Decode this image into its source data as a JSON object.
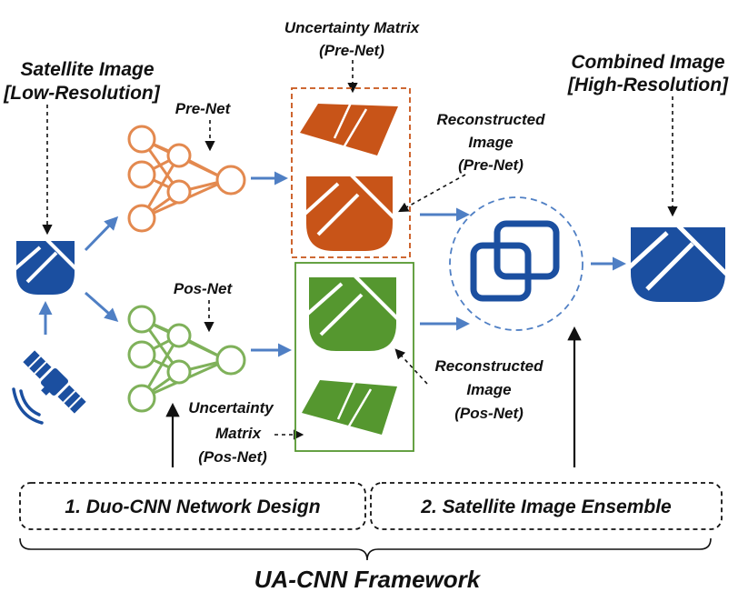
{
  "labels": {
    "satellite_image": [
      "Satellite Image",
      "[Low-Resolution]"
    ],
    "pre_net": "Pre-Net",
    "pos_net": "Pos-Net",
    "uncertainty_pre": [
      "Uncertainty Matrix",
      "(Pre-Net)"
    ],
    "uncertainty_pos": [
      "Uncertainty",
      "Matrix",
      "(Pos-Net)"
    ],
    "reconstructed_pre": [
      "Reconstructed",
      "Image",
      "(Pre-Net)"
    ],
    "reconstructed_pos": [
      "Reconstructed",
      "Image",
      "(Pos-Net)"
    ],
    "combined_image": [
      "Combined  Image",
      "[High-Resolution]"
    ],
    "stage_1": "1. Duo-CNN Network Design",
    "stage_2": "2. Satellite Image Ensemble",
    "framework": "UA-CNN Framework"
  },
  "colors": {
    "orange": "#c85418",
    "orange_net": "#e3894f",
    "green": "#55972f",
    "green_net": "#7fb15a",
    "blue": "#1b4fa0",
    "arrow_blue": "#4f7fc4"
  },
  "icons": {
    "input": "satellite-image-icon",
    "satellite": "satellite-icon",
    "network": "neural-network-icon",
    "ensemble": "overlapping-squares-icon",
    "output": "combined-image-icon"
  }
}
